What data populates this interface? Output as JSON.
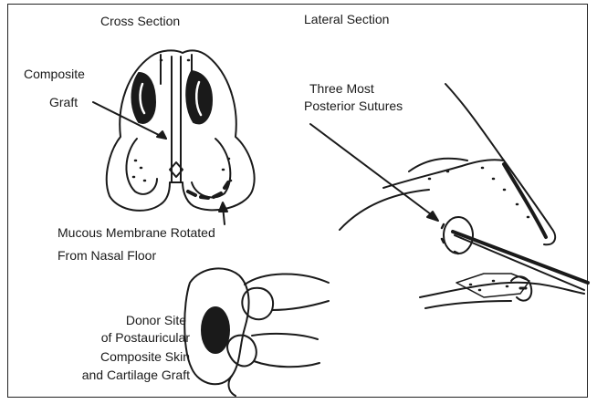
{
  "figure": {
    "titles": {
      "cross_section": "Cross Section",
      "lateral_section": "Lateral Section"
    },
    "labels": {
      "composite_graft": [
        "Composite",
        "Graft"
      ],
      "three_sutures": [
        "Three Most",
        "Posterior Sutures"
      ],
      "mucous_membrane": [
        "Mucous Membrane Rotated",
        "From Nasal Floor"
      ],
      "donor_site": [
        "Donor Site",
        "of Postauricular",
        "Composite Skin",
        "and Cartilage Graft"
      ]
    },
    "colors": {
      "ink": "#1a1a1a",
      "background": "#ffffff"
    }
  }
}
